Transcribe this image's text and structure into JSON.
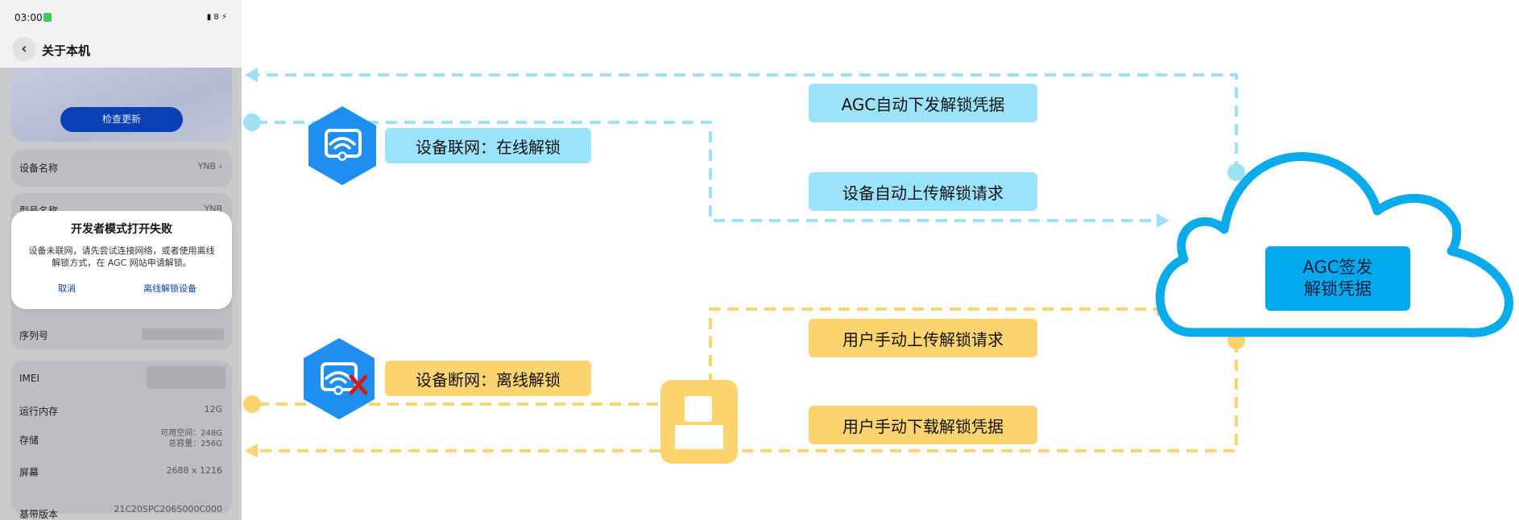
{
  "phone": {
    "status_time": "03:00",
    "battery": "8",
    "page_title": "关于本机",
    "update_button": "检查更新",
    "rows": {
      "device_name_label": "设备名称",
      "device_name_value": "YNB",
      "model_label": "型号名称",
      "model_value": "YNB",
      "serial_label": "序列号",
      "imei_label": "IMEI",
      "ram_label": "运行内存",
      "ram_value": "12G",
      "storage_label": "存储",
      "storage_available": "可用空间：248G",
      "storage_total": "总容量：256G",
      "screen_label": "屏幕",
      "screen_value": "2688 x 1216",
      "baseband_label": "基带版本",
      "baseband_value": "21C20SPC206S000C000"
    },
    "dialog": {
      "title": "开发者模式打开失败",
      "body": "设备未联网，请先尝试连接网络，或者使用离线解锁方式，在 AGC 网站申请解锁。",
      "cancel": "取消",
      "offline_unlock": "离线解锁设备"
    }
  },
  "diagram": {
    "online_label": "设备联网：在线解锁",
    "offline_label": "设备断网：离线解锁",
    "agc_issue": "AGC自动下发解锁凭据",
    "device_upload": "设备自动上传解锁请求",
    "user_upload": "用户手动上传解锁请求",
    "user_download": "用户手动下载解锁凭据",
    "cloud_line1": "AGC签发",
    "cloud_line2": "解锁凭据"
  },
  "colors": {
    "online_flow": "#9ee0f6",
    "offline_flow": "#fbd470",
    "hexagon": "#1f8ef1",
    "cloud_stroke": "#0aabea",
    "cloud_label_bg": "#00aaed",
    "dialog_action": "#0a3fb5"
  },
  "icons": {
    "online": "wifi-monitor-icon",
    "offline": "wifi-monitor-disconnected-icon",
    "user": "user-card-icon",
    "cloud": "cloud-icon"
  }
}
